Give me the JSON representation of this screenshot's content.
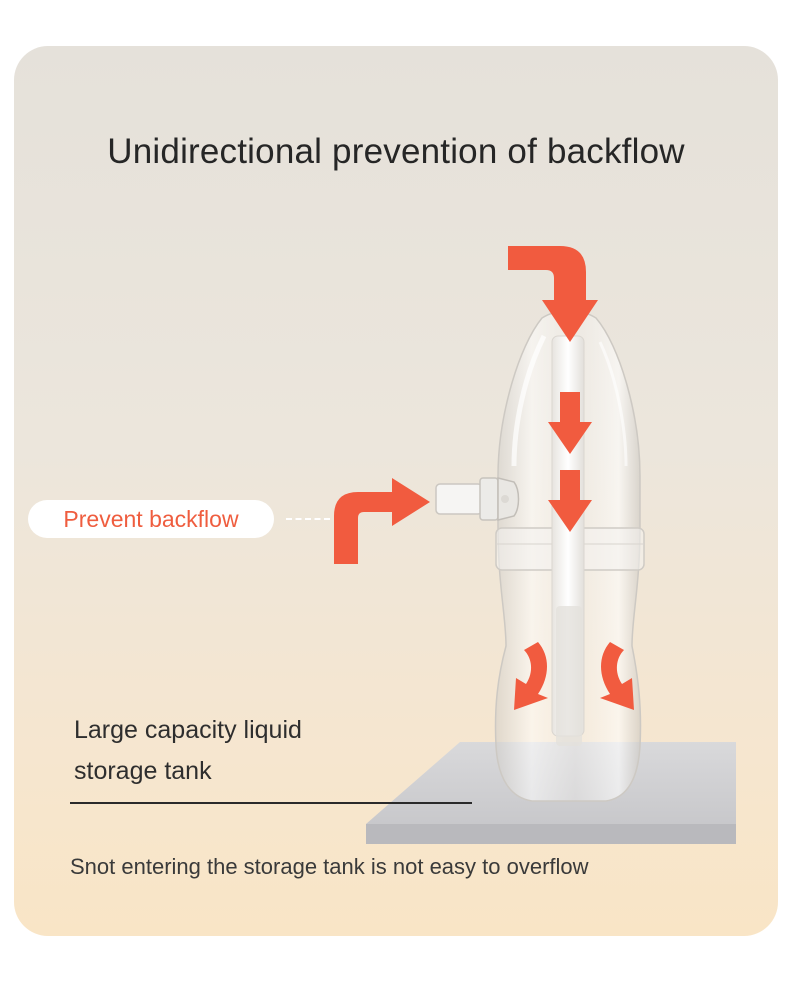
{
  "headline": "Unidirectional prevention of backflow",
  "callouts": {
    "prevent_backflow": "Prevent backflow",
    "tank_line1": "Large capacity liquid",
    "tank_line2": "storage tank"
  },
  "footnote": "Snot entering the storage tank is not easy to overflow",
  "colors": {
    "arrow": "#f15b3f",
    "pill_text": "#ef5d3f",
    "card_top": "#e5e1da",
    "card_bottom": "#f9e5c6"
  },
  "icons": [
    "flow-arrow-icon",
    "bent-arrow-icon",
    "curved-arrow-icon"
  ]
}
